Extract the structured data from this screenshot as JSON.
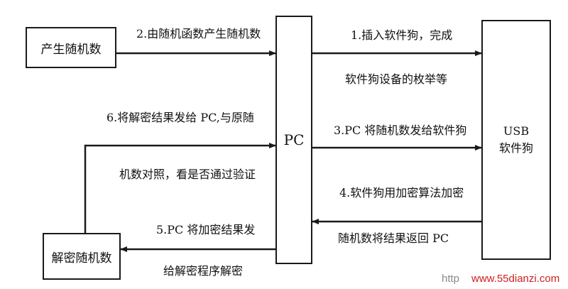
{
  "nodes": {
    "random_gen": "产生随机数",
    "pc": "PC",
    "usb_line1": "USB",
    "usb_line2": "软件狗",
    "decrypt": "解密随机数"
  },
  "edges": {
    "e1_line1": "1.插入软件狗，完成",
    "e1_line2": "软件狗设备的枚举等",
    "e2": "2.由随机函数产生随机数",
    "e3": "3.PC 将随机数发给软件狗",
    "e4_line1": "4.软件狗用加密算法加密",
    "e4_line2": "随机数将结果返回 PC",
    "e5_line1": "5.PC 将加密结果发",
    "e5_line2": "给解密程序解密",
    "e6_line1": "6.将解密结果发给 PC,与原随",
    "e6_line2": "机数对照，看是否通过验证"
  },
  "watermark": {
    "prefix": "http",
    "url": "www.55dianzi.com"
  },
  "colors": {
    "ink": "#1a1a1a",
    "watermark_prefix": "#8a8a8a",
    "watermark_url": "#d12020"
  }
}
